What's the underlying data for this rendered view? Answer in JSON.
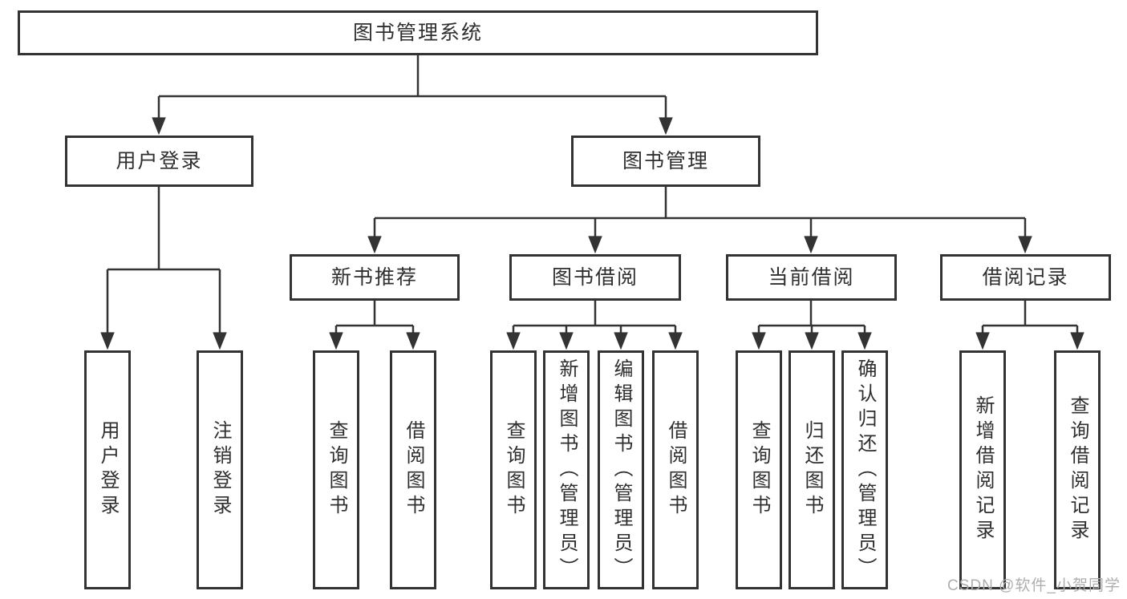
{
  "tree": {
    "root": {
      "label": "图书管理系统"
    },
    "branches": [
      {
        "label": "用户登录",
        "children": [
          {
            "label": "用户登录"
          },
          {
            "label": "注销登录"
          }
        ]
      },
      {
        "label": "图书管理",
        "children": [
          {
            "label": "新书推荐",
            "children": [
              {
                "label": "查询图书"
              },
              {
                "label": "借阅图书"
              }
            ]
          },
          {
            "label": "图书借阅",
            "children": [
              {
                "label": "查询图书"
              },
              {
                "label": "新增图书（管理员）"
              },
              {
                "label": "编辑图书（管理员）"
              },
              {
                "label": "借阅图书"
              }
            ]
          },
          {
            "label": "当前借阅",
            "children": [
              {
                "label": "查询图书"
              },
              {
                "label": "归还图书"
              },
              {
                "label": "确认归还（管理员）"
              }
            ]
          },
          {
            "label": "借阅记录",
            "children": [
              {
                "label": "新增借阅记录"
              },
              {
                "label": "查询借阅记录"
              }
            ]
          }
        ]
      }
    ]
  },
  "watermark": "CSDN @软件_小贺同学",
  "colors": {
    "line": "#333333",
    "text": "#2f2f2f",
    "background": "#ffffff",
    "watermark": "#aeaeae"
  }
}
